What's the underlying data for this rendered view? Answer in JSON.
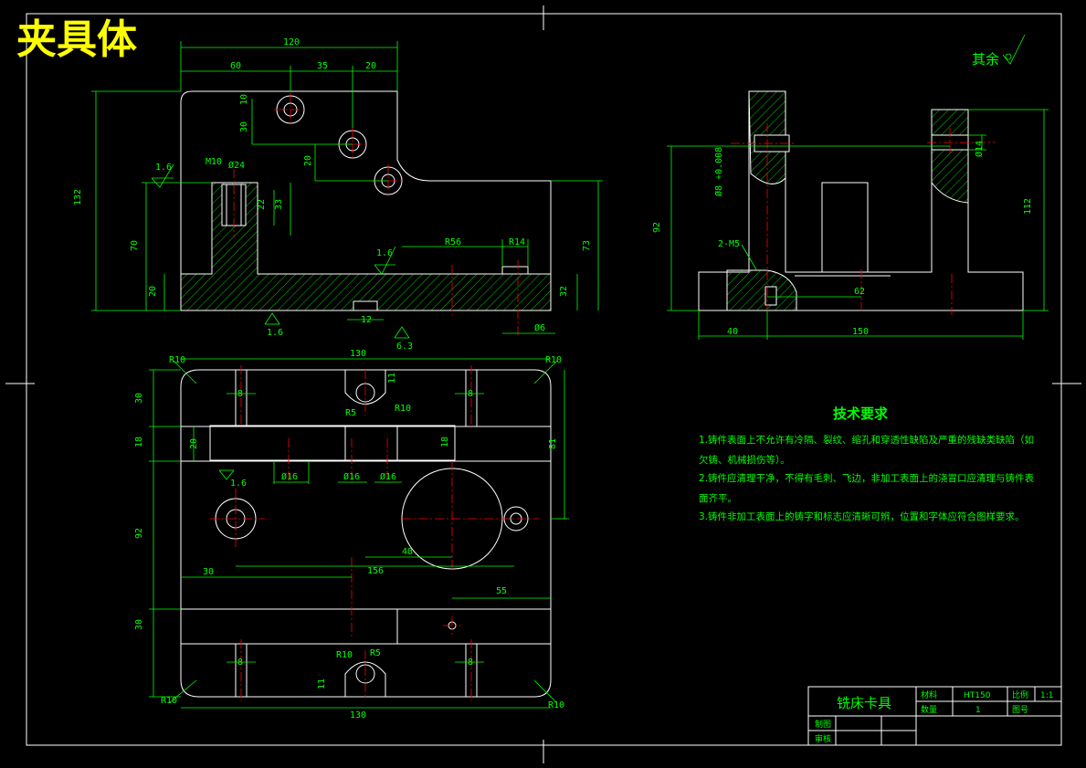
{
  "drawing_title": "夹具体",
  "roughness_note": "其余",
  "front_view": {
    "dims": [
      "120",
      "60",
      "35",
      "20",
      "10",
      "30",
      "20",
      "132",
      "1.6",
      "M10",
      "Ø24",
      "22",
      "33",
      "70",
      "20",
      "1.6",
      "R56",
      "R14",
      "73",
      "32",
      "12",
      "1.6",
      "6.3",
      "Ø6"
    ]
  },
  "side_view": {
    "dims": [
      "Ø14",
      "92",
      "2-M5",
      "40",
      "150",
      "62",
      "112",
      "Ø8 +0.008"
    ]
  },
  "top_view": {
    "dims": [
      "130",
      "R10",
      "R10",
      "30",
      "8",
      "11",
      "R5",
      "R10",
      "8",
      "18",
      "20",
      "18",
      "81",
      "1.6",
      "Ø16",
      "Ø16",
      "Ø16",
      "92",
      "48",
      "30",
      "156",
      "55",
      "30",
      "R10",
      "8",
      "R5",
      "8",
      "11",
      "130",
      "R10",
      "R10"
    ]
  },
  "requirements": {
    "title": "技术要求",
    "items": [
      "1.铸件表面上不允许有冷隔、裂纹、缩孔和穿透性缺陷及严重的残缺类缺陷（如",
      "欠铸、机械损伤等）。",
      "2.铸件应清理干净，不得有毛刺、飞边，非加工表面上的浇冒口应清理与铸件表",
      "面齐平。",
      "3.铸件非加工表面上的铸字和标志应清晰可辨，位置和字体应符合图样要求。"
    ]
  },
  "title_block": {
    "name": "铣床卡具",
    "material_label": "材料",
    "material_value": "HT150",
    "scale_label": "比例",
    "scale_value": "1:1",
    "qty_label": "数量",
    "qty_value": "1",
    "drawing_no_label": "图号",
    "drawn_label": "制图",
    "checked_label": "审核"
  }
}
